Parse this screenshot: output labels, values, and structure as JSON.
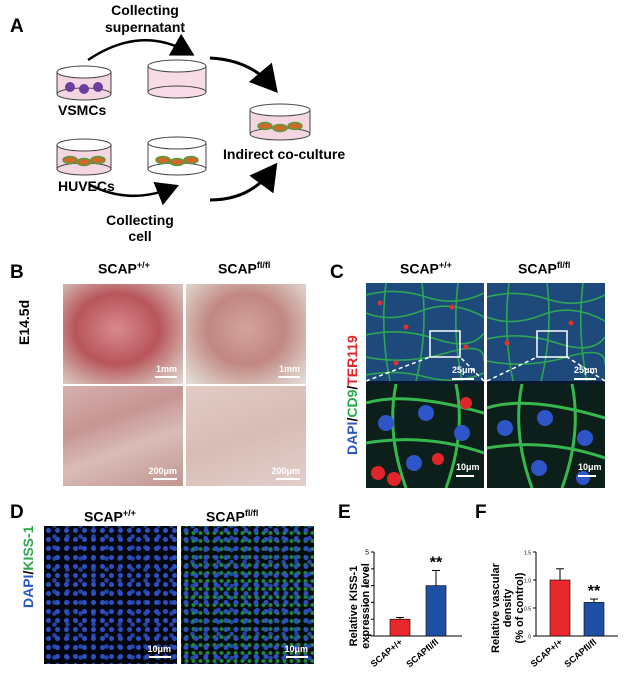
{
  "panel_a": {
    "label": "A",
    "step_top": "Collecting\nsupernatant",
    "cell_top": "VSMCs",
    "cell_bottom": "HUVECs",
    "step_bottom": "Collecting\ncell",
    "result": "Indirect co-culture"
  },
  "panel_b": {
    "label": "B",
    "col1": "SCAP",
    "col1_sup": "+/+",
    "col2": "SCAP",
    "col2_sup": "fl/fl",
    "row_label": "E14.5d",
    "scale_top_left": "1mm",
    "scale_top_right": "1mm",
    "scale_bottom_left": "200μm",
    "scale_bottom_right": "200μm"
  },
  "panel_c": {
    "label": "C",
    "col1": "SCAP",
    "col1_sup": "+/+",
    "col2": "SCAP",
    "col2_sup": "fl/fl",
    "stain_1": "DAPI",
    "sep": "/",
    "stain_2": "CD9",
    "stain_3": "TER119",
    "scale_top_left": "25μm",
    "scale_top_right": "25μm",
    "scale_bottom_left": "10μm",
    "scale_bottom_right": "10μm"
  },
  "panel_d": {
    "label": "D",
    "col1": "SCAP",
    "col1_sup": "+/+",
    "col2": "SCAP",
    "col2_sup": "fl/fl",
    "stain_1": "DAPI",
    "sep": "/",
    "stain_2": "KISS-1",
    "scale_left": "10μm",
    "scale_right": "10μm"
  },
  "panel_e": {
    "label": "E"
  },
  "panel_f": {
    "label": "F"
  },
  "colors": {
    "red_bar": "#e8282b",
    "blue_bar": "#1f4fa3",
    "dapi_blue": "#2b57c4",
    "cd9_green": "#2aa84a",
    "ter119_red": "#e0262b"
  },
  "chart_data": [
    {
      "type": "bar",
      "panel": "E",
      "categories": [
        "SCAP+/+",
        "SCAPfl/fl"
      ],
      "values": [
        1.0,
        3.0
      ],
      "errors": [
        0.1,
        0.9
      ],
      "significance": [
        "",
        "**"
      ],
      "ylabel": "Relative KISS-1\nexpression level",
      "ylim": [
        0,
        5
      ],
      "yticks": [
        "0",
        "1",
        "2",
        "3",
        "4",
        "5"
      ],
      "colors": [
        "#e8282b",
        "#1f4fa3"
      ]
    },
    {
      "type": "bar",
      "panel": "F",
      "categories": [
        "SCAP+/+",
        "SCAPfl/fl"
      ],
      "values": [
        1.0,
        0.6
      ],
      "errors": [
        0.2,
        0.06
      ],
      "significance": [
        "",
        "**"
      ],
      "ylabel": "Relative vascular\ndensity\n(% of control)",
      "ylim": [
        0,
        1.5
      ],
      "yticks": [
        "0",
        "0.5",
        "1.0",
        "1.5"
      ],
      "colors": [
        "#e8282b",
        "#1f4fa3"
      ]
    }
  ]
}
